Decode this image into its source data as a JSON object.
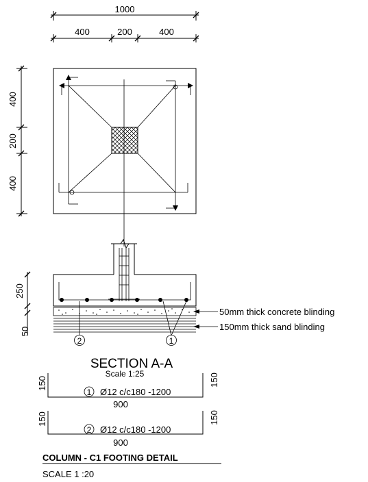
{
  "plan_dims": {
    "overall": "1000",
    "seg_left": "400",
    "seg_mid": "200",
    "seg_right": "400",
    "side_top": "400",
    "side_mid": "200",
    "side_bottom": "400"
  },
  "section_dims": {
    "depth_footing": "250",
    "depth_blinding": "50"
  },
  "callouts": {
    "concrete_blinding": "50mm thick concrete blinding",
    "sand_blinding": "150mm thick sand blinding",
    "bar_mark_2": "2",
    "bar_mark_1": "1"
  },
  "section_title": "SECTION  A-A",
  "section_scale": "Scale 1:25",
  "bar_schedule": [
    {
      "mark": "1",
      "spec": "Ø12 c/c180 -1200",
      "length": "900",
      "hook_left": "150",
      "hook_right": "150"
    },
    {
      "mark": "2",
      "spec": "Ø12 c/c180 -1200",
      "length": "900",
      "hook_left": "150",
      "hook_right": "150"
    }
  ],
  "detail_title": "COLUMN - C1 FOOTING DETAIL",
  "detail_scale": "SCALE 1 :20"
}
